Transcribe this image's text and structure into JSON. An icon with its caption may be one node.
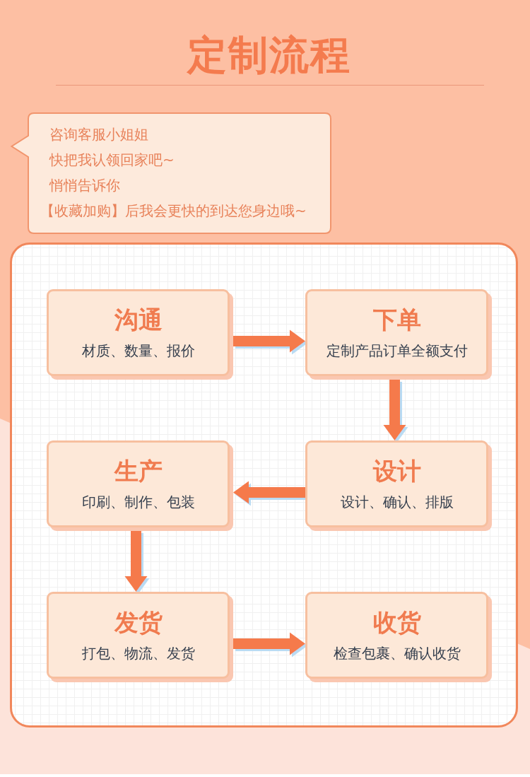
{
  "diagram": {
    "title": "定制流程",
    "nodes": [
      {
        "text": [
          "咨询客服小姐姐",
          "快把我认领回家吧~",
          "悄悄告诉你",
          "【收藏加购】后我会更快的到达您身边哦~"
        ]
      },
      {
        "text": [
          "沟通",
          "材质、数量、报价"
        ]
      },
      {
        "text": [
          "下单",
          "定制产品订单全额支付"
        ]
      },
      {
        "text": [
          "生产",
          "印刷、制作、包装"
        ]
      },
      {
        "text": [
          "设计",
          "设计、确认、排版"
        ]
      },
      {
        "text": [
          "发货",
          "打包、物流、发货"
        ]
      },
      {
        "text": [
          "收货",
          "检查包裹、确认收货"
        ]
      }
    ],
    "edges": [
      {
        "from": 1,
        "to": 2,
        "arrow": "to"
      },
      {
        "from": 2,
        "to": 4,
        "arrow": "to"
      },
      {
        "from": 4,
        "to": 3,
        "arrow": "to"
      },
      {
        "from": 3,
        "to": 5,
        "arrow": "to"
      },
      {
        "from": 5,
        "to": 6,
        "arrow": "to"
      }
    ]
  }
}
